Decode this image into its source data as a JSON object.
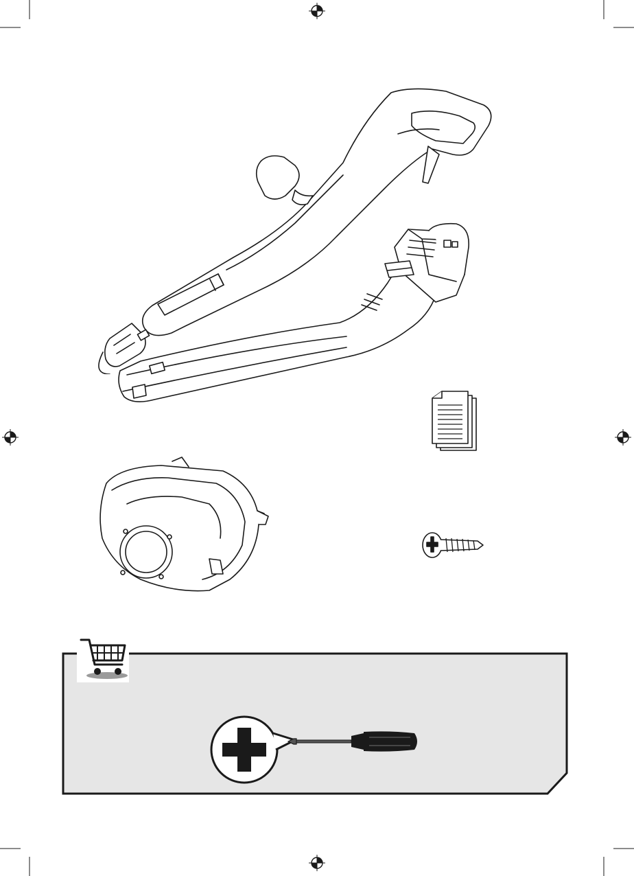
{
  "page": {
    "background": "#ffffff",
    "line_color": "#1a1a1a"
  },
  "icons": {
    "registration_mark": "registration-crosshair-icon",
    "document": "document-stack-icon",
    "screw": "phillips-screw-icon",
    "cart": "shopping-cart-icon",
    "screwdriver": "phillips-screwdriver-icon",
    "phillips_tip": "phillips-cross-icon"
  },
  "parts": [
    {
      "id": "upper-handle-tube",
      "icon": "handle-tube-icon"
    },
    {
      "id": "lower-blower-tube",
      "icon": "blower-tube-icon"
    },
    {
      "id": "fan-cover",
      "icon": "fan-cover-icon"
    },
    {
      "id": "manual",
      "icon": "document-stack-icon"
    },
    {
      "id": "screw",
      "icon": "phillips-screw-icon"
    }
  ],
  "tools_box": {
    "background": "#e6e6e6",
    "border": "#1a1a1a"
  }
}
